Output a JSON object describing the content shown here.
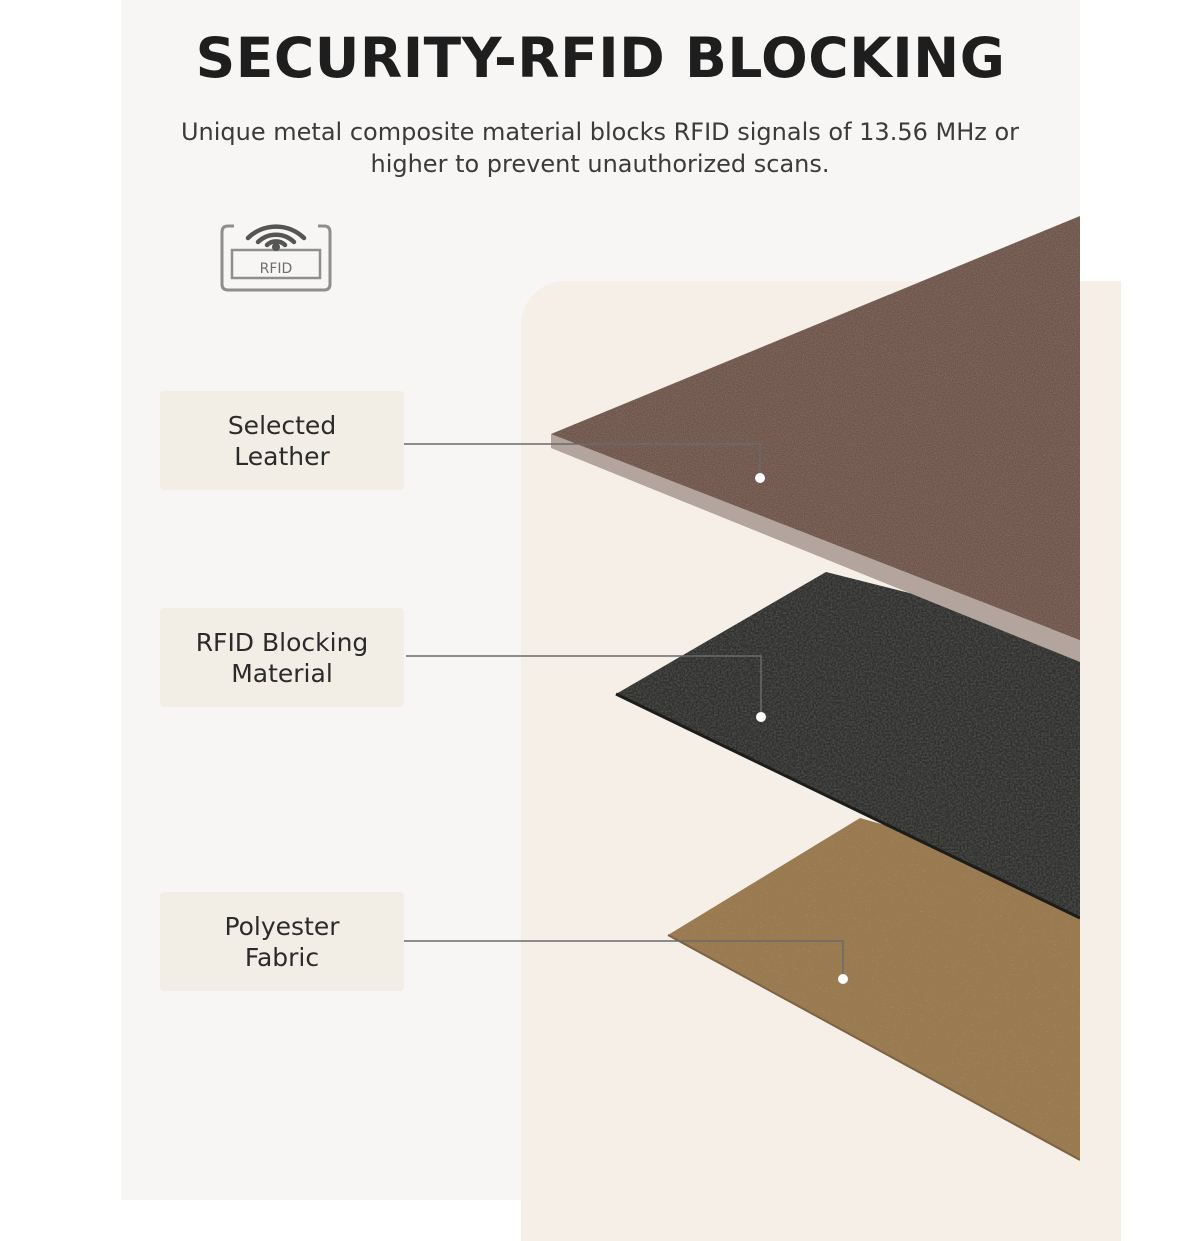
{
  "header": {
    "title": "SECURITY-RFID BLOCKING",
    "subtitle": "Unique metal composite material blocks RFID signals of 13.56 MHz or higher to prevent unauthorized scans."
  },
  "icon": {
    "name": "rfid-card-icon",
    "label": "RFID"
  },
  "layers": [
    {
      "label": "Selected\nLeather",
      "color": "#6b5248"
    },
    {
      "label": "RFID Blocking\nMaterial",
      "color": "#2f2f2d"
    },
    {
      "label": "Polyester\nFabric",
      "color": "#9a7a50"
    }
  ],
  "colors": {
    "background": "#f7f6f4",
    "label_background": "#f2ede5",
    "title": "#1e1e1e",
    "leader_line": "#6a6a6a"
  }
}
